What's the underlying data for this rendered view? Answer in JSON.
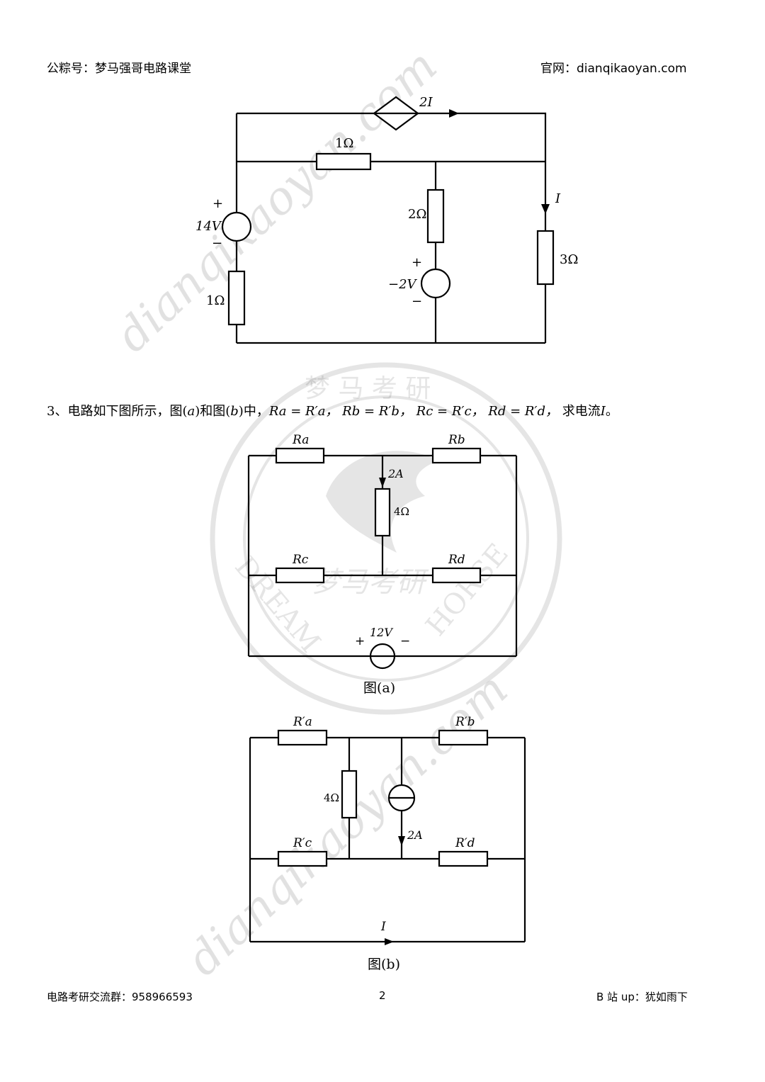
{
  "header": {
    "left": "公粽号：梦马强哥电路课堂",
    "right": "官网：dianqikaoyan.com"
  },
  "circuit1": {
    "dep_source": "2I",
    "r_top": "1Ω",
    "r_mid": "2Ω",
    "r_left": "1Ω",
    "r_right": "3Ω",
    "v1": "14V",
    "v2": "−2V",
    "current": "I",
    "plus": "+",
    "minus": "−"
  },
  "problem3": {
    "number": "3、",
    "text_a": "电路如下图所示，图(",
    "a": "a",
    "text_b": ")和图(",
    "b": "b",
    "text_c": ")中，",
    "eq1": "Ra = R′a，",
    "eq2": "Rb = R′b，",
    "eq3": "Rc = R′c，",
    "eq4": "Rd = R′d，",
    "text_d": "求电流",
    "I": "I",
    "end": "。"
  },
  "fig_a": {
    "ra": "Ra",
    "rb": "Rb",
    "rc": "Rc",
    "rd": "Rd",
    "r_mid": "4Ω",
    "current": "2A",
    "source": "12V",
    "plus": "+",
    "minus": "−",
    "caption": "图(a)"
  },
  "fig_b": {
    "ra": "R′a",
    "rb": "R′b",
    "rc": "R′c",
    "rd": "R′d",
    "r_mid": "4Ω",
    "current_src": "2A",
    "current": "I",
    "caption": "图(b)"
  },
  "watermark": {
    "text1": "dianqikaoyan.com",
    "text2": "dianqikaoyan.com",
    "seal_top": "梦 马 考 研",
    "seal_mid": "梦马考研",
    "seal_left": "DREAM",
    "seal_right": "HORSE"
  },
  "footer": {
    "left": "电路考研交流群：958966593",
    "page": "2",
    "right": "B 站 up：犹如雨下"
  }
}
